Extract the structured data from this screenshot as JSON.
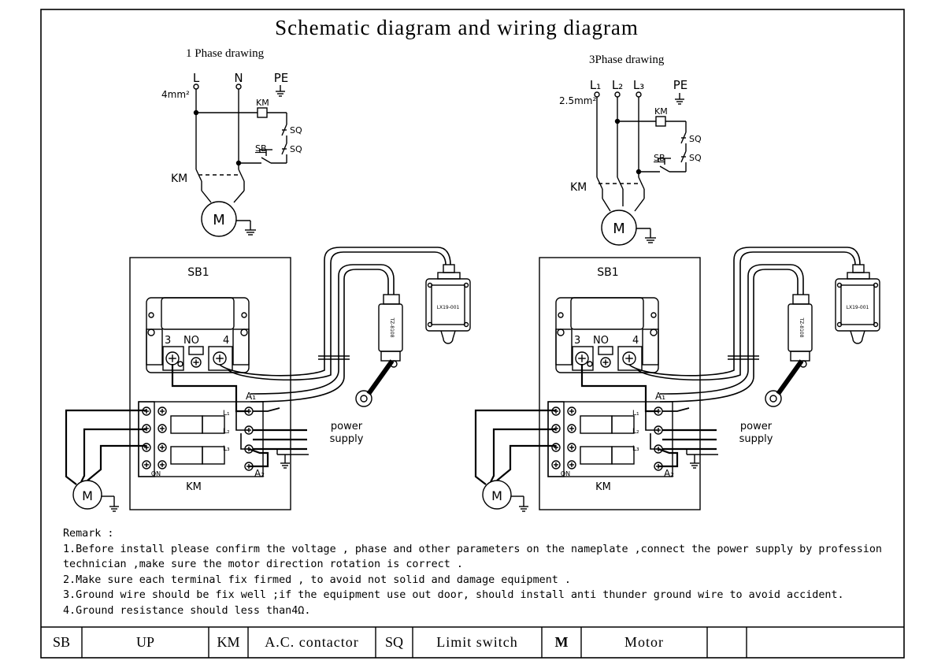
{
  "title": "Schematic diagram and wiring diagram",
  "left": {
    "heading": "1 Phase drawing",
    "wire_size": "4mm²",
    "terminals": [
      "L",
      "N",
      "PE"
    ],
    "labels": {
      "km": "KM",
      "sq": "SQ",
      "sb": "SB",
      "motor": "M"
    },
    "panel": {
      "title": "SB1",
      "t3": "3",
      "tno": "NO",
      "t4": "4",
      "contactor": "KM",
      "a1": "A₁",
      "a2": "A₂",
      "l1": "L₁",
      "l2": "L₂",
      "l3": "L₃",
      "on": "ON",
      "motor": "M",
      "switch_model": "LX19-001",
      "switch2_model": "TZ-8108"
    },
    "power_supply": [
      "power",
      "supply"
    ]
  },
  "right": {
    "heading": "3Phase drawing",
    "wire_size": "2.5mm²",
    "terminals": [
      "L₁",
      "L₂",
      "L₃",
      "PE"
    ],
    "labels": {
      "km": "KM",
      "sq": "SQ",
      "sb": "SB",
      "motor": "M"
    },
    "panel": {
      "title": "SB1",
      "t3": "3",
      "tno": "NO",
      "t4": "4",
      "contactor": "KM",
      "a1": "A₁",
      "a2": "A₂",
      "l1": "L₁",
      "l2": "L₂",
      "l3": "L₃",
      "on": "ON",
      "motor": "M",
      "switch_model": "LX19-001",
      "switch2_model": "TZ-8108"
    },
    "power_supply": [
      "power",
      "supply"
    ]
  },
  "remarks": {
    "heading": "Remark :",
    "lines": [
      "1.Before install please confirm the voltage , phase and other parameters on the nameplate ,connect the power supply by profession",
      "technician ,make sure the motor direction rotation is correct .",
      "2.Make sure each terminal fix firmed , to avoid not solid and damage equipment .",
      "3.Ground wire should be fix well ;if the equipment use out door, should install anti thunder ground wire to avoid accident.",
      "4.Ground resistance should less than4Ω."
    ]
  },
  "legend": {
    "cells": [
      "SB",
      "UP",
      "KM",
      "A.C. contactor",
      "SQ",
      "Limit switch",
      "M",
      "Motor",
      "",
      ""
    ]
  }
}
